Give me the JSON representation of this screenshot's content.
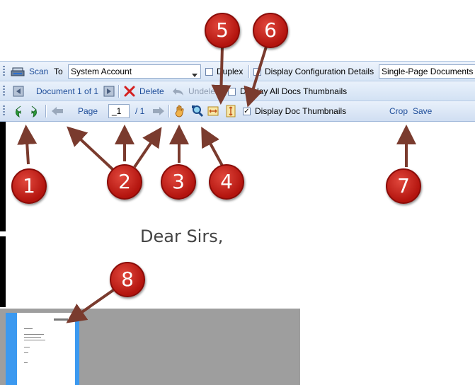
{
  "row1": {
    "scan_label": "Scan",
    "to_label": "To",
    "account_value": "System Account",
    "duplex_label": "Duplex",
    "display_config_label": "Display Configuration Details",
    "doc_mode_value": "Single-Page Documents"
  },
  "row2": {
    "document_label": "Document 1 of 1",
    "delete_label": "Delete",
    "undelete_label": "Undele",
    "display_all_label": "Display All Docs Thumbnails"
  },
  "row3": {
    "page_label": "Page",
    "page_value": "_1",
    "page_total": "/ 1",
    "display_doc_thumbs_label": "Display Doc Thumbnails",
    "display_doc_thumbs_checked": true,
    "crop_label": "Crop",
    "save_label": "Save"
  },
  "document": {
    "body_text": "Dear Sirs,"
  },
  "callouts": [
    "1",
    "2",
    "3",
    "4",
    "5",
    "6",
    "7",
    "8"
  ],
  "colors": {
    "callout_red": "#c41e14",
    "arrow_brown": "#7a3b2e",
    "toolbar_blue": "#d6e4f5",
    "thumb_selected": "#3b99f0",
    "thumb_panel_bg": "#9e9e9e"
  }
}
